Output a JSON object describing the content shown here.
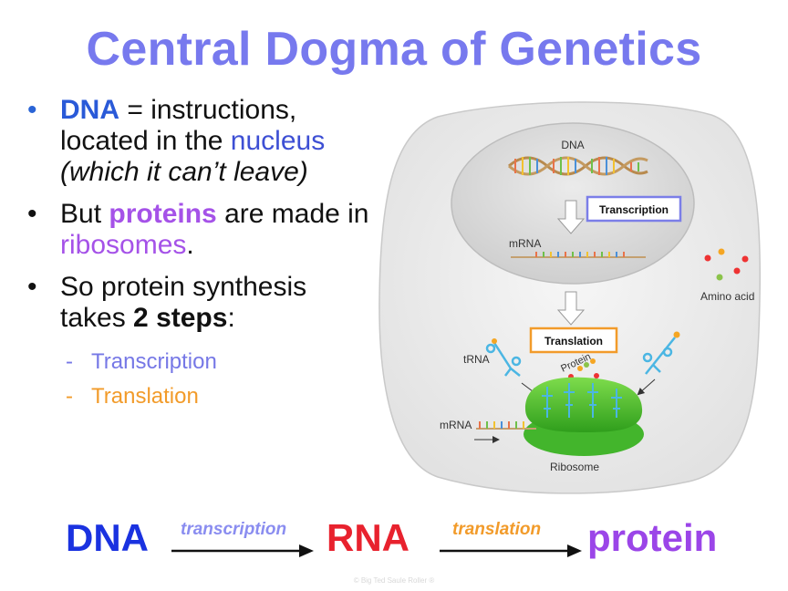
{
  "title": "Central Dogma of Genetics",
  "bullets": {
    "b1": {
      "dna": "DNA",
      "eq": " = instructions, located in the ",
      "nucleus": "nucleus",
      "paren": " (which it can’t leave)"
    },
    "b2": {
      "but": "But ",
      "proteins": "proteins",
      "are": " are made in ",
      "ribosomes": "ribosomes",
      "period": "."
    },
    "b3": {
      "so": "So protein synthesis takes ",
      "steps": "2 steps",
      "colon": ":"
    },
    "sub_dash": "-",
    "sub1": "Transcription",
    "sub2": "Translation"
  },
  "diagram": {
    "dna": "DNA",
    "transcription": "Transcription",
    "mrna_top": "mRNA",
    "amino_acid": "Amino acid",
    "translation": "Translation",
    "trna": "tRNA",
    "protein": "Protein",
    "mrna_bottom": "mRNA",
    "ribosome": "Ribosome"
  },
  "equation": {
    "dna": "DNA",
    "transcription": "transcription",
    "rna": "RNA",
    "translation": "translation",
    "protein": "protein"
  },
  "copyright": "© Big Ted Saule Roller ®",
  "colors": {
    "title": "#7779ee",
    "dna": "#1a32e0",
    "rna": "#e8222e",
    "protein": "#9b45e8",
    "orange": "#f29b2a",
    "green": "#33b21e"
  }
}
